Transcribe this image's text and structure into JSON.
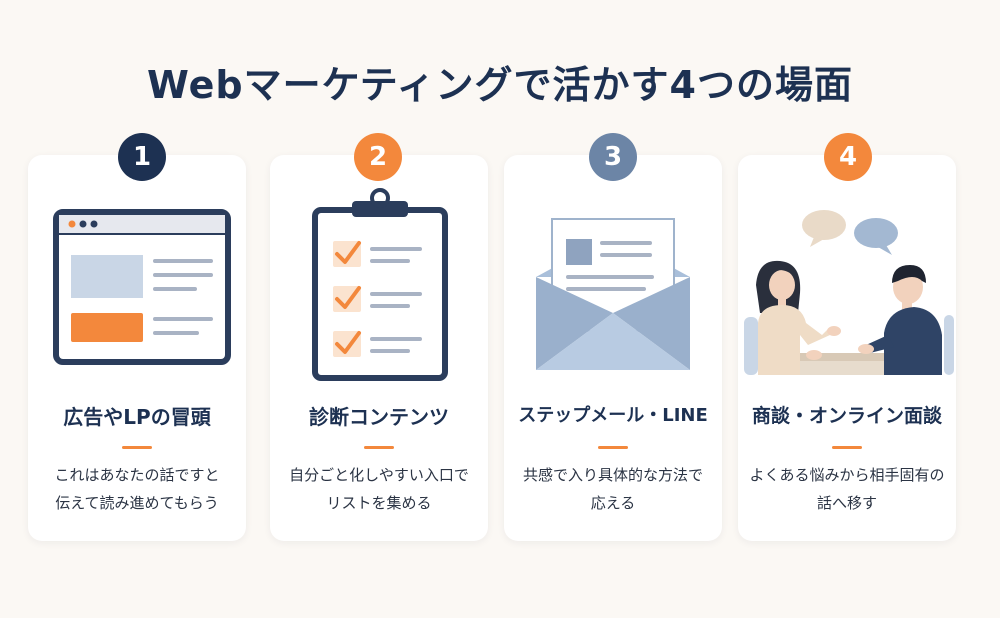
{
  "title": "Webマーケティングで活かす4つの場面",
  "colors": {
    "navy": "#1d3152",
    "orange": "#f3883c",
    "slate": "#6c85a6",
    "card": "#ffffff",
    "background": "#fbf8f4"
  },
  "cards": [
    {
      "number": "1",
      "icon": "browser-window-icon",
      "title": "広告やLPの冒頭",
      "desc_lines": [
        "これはあなたの話ですと",
        "伝えて読み進めてもらう"
      ]
    },
    {
      "number": "2",
      "icon": "clipboard-checklist-icon",
      "title": "診断コンテンツ",
      "desc_lines": [
        "自分ごと化しやすい入口で",
        "リストを集める"
      ]
    },
    {
      "number": "3",
      "icon": "envelope-letter-icon",
      "title": "ステップメール・LINE",
      "desc_lines": [
        "共感で入り具体的な方法で",
        "応える"
      ]
    },
    {
      "number": "4",
      "icon": "conversation-people-icon",
      "title": "商談・オンライン面談",
      "desc_lines": [
        "よくある悩みから相手固有の",
        "話へ移す"
      ]
    }
  ]
}
